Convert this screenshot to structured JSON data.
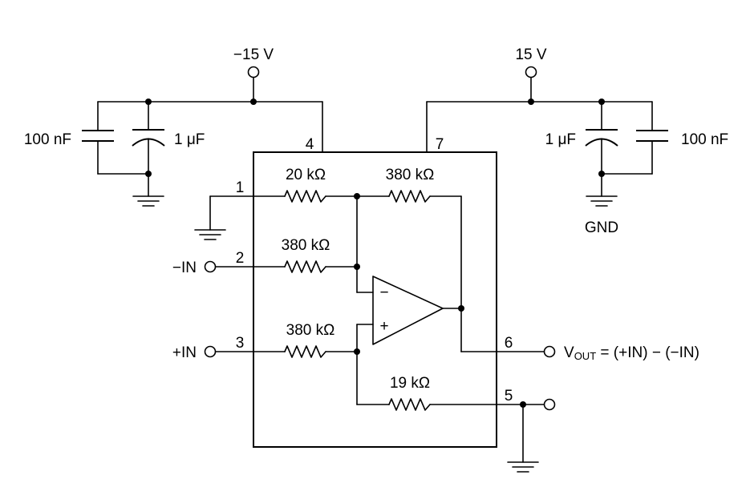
{
  "supplies": {
    "negative": "−15 V",
    "positive": "15 V"
  },
  "ground_label": "GND",
  "capacitors": {
    "neg_ceramic": "100 nF",
    "neg_bulk": "1 μF",
    "pos_bulk": "1 μF",
    "pos_ceramic": "100 nF"
  },
  "resistors": {
    "r_pin1": "20 kΩ",
    "r_feedback": "380 kΩ",
    "r_inv": "380 kΩ",
    "r_noninv": "380 kΩ",
    "r_ref": "19 kΩ"
  },
  "pins": {
    "p1": "1",
    "p2": "2",
    "p3": "3",
    "p4": "4",
    "p5": "5",
    "p6": "6",
    "p7": "7"
  },
  "inputs": {
    "minus": "−IN",
    "plus": "+IN"
  },
  "opamp": {
    "inverting": "−",
    "noninverting": "+"
  },
  "output": {
    "v": "V",
    "sub": "OUT",
    "expr": " = (+IN) − (−IN)"
  }
}
